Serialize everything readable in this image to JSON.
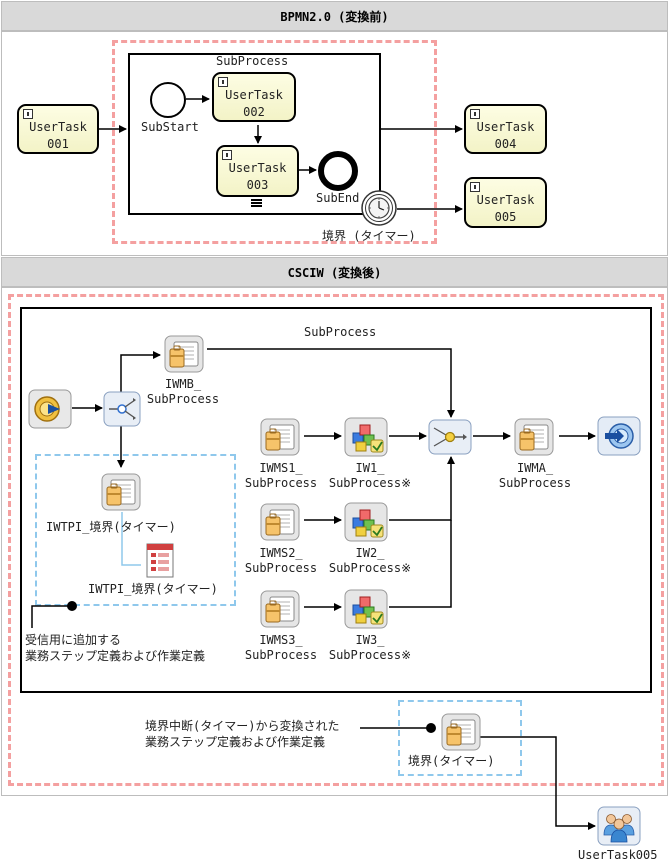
{
  "before": {
    "header": "BPMN2.0 (変換前)",
    "task001": {
      "line1": "UserTask",
      "line2": "001"
    },
    "task002": {
      "line1": "UserTask",
      "line2": "002"
    },
    "task003": {
      "line1": "UserTask",
      "line2": "003"
    },
    "task004": {
      "line1": "UserTask",
      "line2": "004"
    },
    "task005": {
      "line1": "UserTask",
      "line2": "005"
    },
    "subprocess_label": "SubProcess",
    "substart_label": "SubStart",
    "subend_label": "SubEnd",
    "boundary_label": "境界 (タイマー)"
  },
  "after": {
    "header": "CSCIW (変換後)",
    "subprocess_label": "SubProcess",
    "iwmb": {
      "line1": "IWMB_",
      "line2": "SubProcess"
    },
    "iwtpi_node": "IWTPI_境界(タイマー)",
    "iwtpi_doc": "IWTPI_境界(タイマー)",
    "iwms1": {
      "line1": "IWMS1_",
      "line2": "SubProcess"
    },
    "iwms2": {
      "line1": "IWMS2_",
      "line2": "SubProcess"
    },
    "iwms3": {
      "line1": "IWMS3_",
      "line2": "SubProcess"
    },
    "iw1": {
      "line1": "IW1_",
      "line2": "SubProcess※"
    },
    "iw2": {
      "line1": "IW2_",
      "line2": "SubProcess※"
    },
    "iw3": {
      "line1": "IW3_",
      "line2": "SubProcess※"
    },
    "iwma": {
      "line1": "IWMA_",
      "line2": "SubProcess"
    },
    "annotation1": {
      "line1": "受信用に追加する",
      "line2": "業務ステップ定義および作業定義"
    },
    "annotation2": {
      "line1": "境界中断(タイマー)から変換された",
      "line2": "業務ステップ定義および作業定義"
    },
    "boundary_node": "境界(タイマー)",
    "usertask005": "UserTask005"
  },
  "colors": {
    "pink_dash": "#f4a0a0",
    "blue_dash": "#8fc8ec",
    "task_fill": "#f6f6cf",
    "header_bg": "#d9d9d9"
  }
}
